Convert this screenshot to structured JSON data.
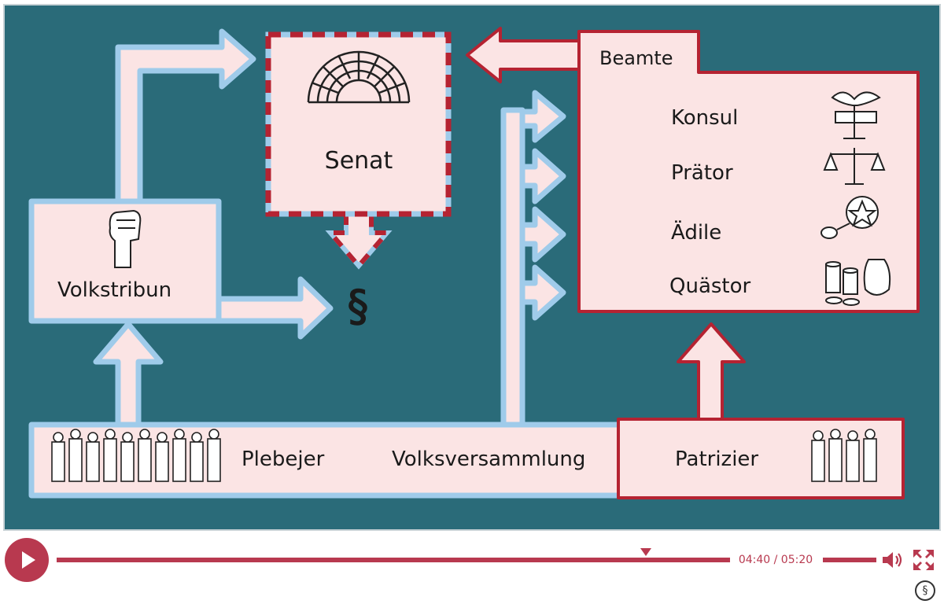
{
  "diagram": {
    "senat": "Senat",
    "beamte": "Beamte",
    "konsul": "Konsul",
    "praetor": "Prätor",
    "aedile": "Ädile",
    "quaestor": "Quästor",
    "volkstribun": "Volkstribun",
    "plebejer": "Plebejer",
    "volksversammlung": "Volksversammlung",
    "patrizier": "Patrizier",
    "law_symbol": "§"
  },
  "player": {
    "time": "04:40 / 05:20",
    "progress": 0.875,
    "section_button": "§"
  },
  "colors": {
    "background": "#2a6b79",
    "box_fill": "#fbe4e4",
    "blue_border": "#9fcbea",
    "red_border": "#b52332",
    "accent": "#b8394f"
  },
  "icons": [
    "amphitheater-icon",
    "fist-icon",
    "eagle-fasces-icon",
    "scales-icon",
    "shackles-icon",
    "coins-icon",
    "crowd-icon",
    "patricians-icon",
    "play-icon",
    "volume-icon",
    "fullscreen-icon",
    "section-icon"
  ]
}
